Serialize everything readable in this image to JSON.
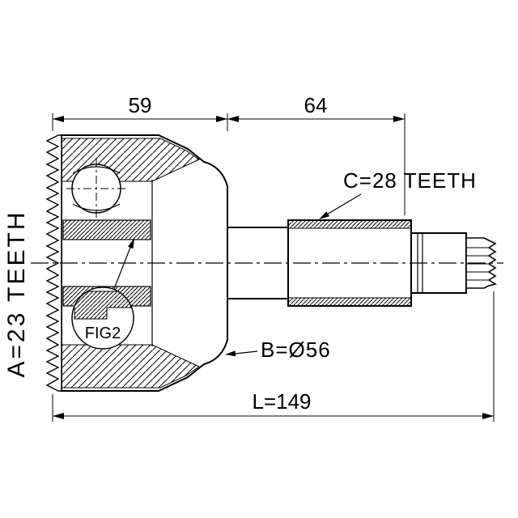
{
  "diagram": {
    "labels": {
      "dim_width_housing": "59",
      "dim_width_shaft": "64",
      "outer_teeth": "C=28 TEETH",
      "inner_teeth": "A=23 TEETH",
      "diameter": "B=Ø56",
      "total_length": "L=149",
      "figure_ref": "FIG2"
    },
    "colors": {
      "line": "#000000",
      "background": "#ffffff"
    }
  }
}
